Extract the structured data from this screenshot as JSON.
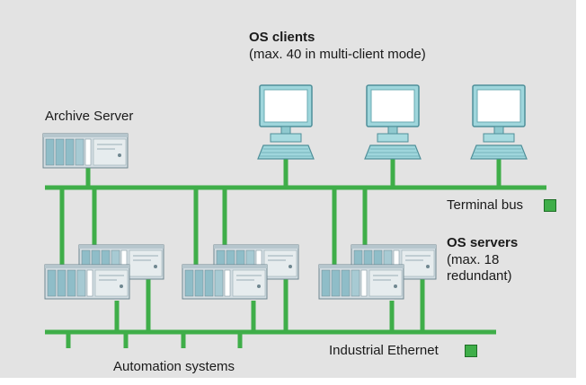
{
  "labels": {
    "os_clients_title": "OS clients",
    "os_clients_sub": "(max. 40 in multi-client mode)",
    "archive_server": "Archive Server",
    "terminal_bus": "Terminal bus",
    "os_servers_title": "OS servers",
    "os_servers_line2": "(max. 18",
    "os_servers_line3": "redundant)",
    "industrial_ethernet": "Industrial Ethernet",
    "automation_systems": "Automation systems"
  },
  "colors": {
    "background": "#e3e3e3",
    "bus_green": "#3fae49",
    "computer_teal": "#8fd0d6",
    "computer_outline": "#4f8f99",
    "server_gray": "#c9d6dc"
  }
}
